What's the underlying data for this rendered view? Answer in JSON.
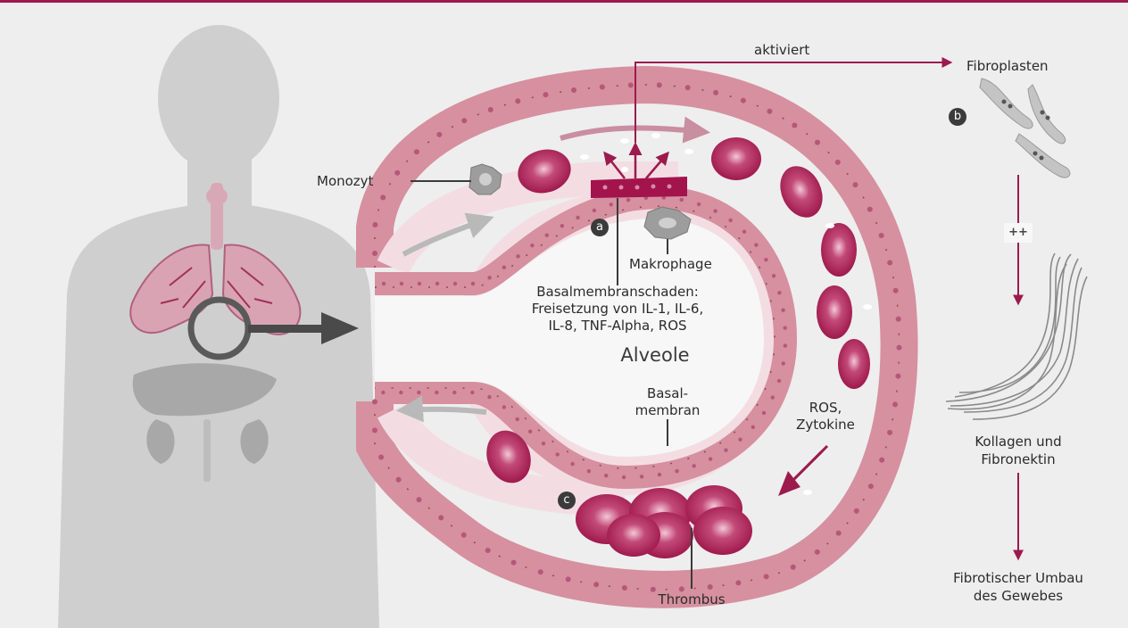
{
  "labels": {
    "aktiviert": "aktiviert",
    "fibroplasten": "Fibroplasten",
    "monozyt": "Monozyt",
    "makrophage": "Makrophage",
    "basal_damage": [
      "Basalmembranschaden:",
      "Freisetzung von IL-1, IL-6,",
      "IL-8, TNF-Alpha, ROS"
    ],
    "alveole": "Alveole",
    "basalmembran": [
      "Basal-",
      "membran"
    ],
    "ros": [
      "ROS,",
      "Zytokine"
    ],
    "thrombus": "Thrombus",
    "kollagen": [
      "Kollagen und",
      "Fibronektin"
    ],
    "fibrotisch": [
      "Fibrotischer Umbau",
      "des Gewebes"
    ],
    "plusplus": "++"
  },
  "markers": {
    "a": "a",
    "b": "b",
    "c": "c"
  },
  "colors": {
    "accent": "#9c1a4e",
    "cell": "#d6909f",
    "cell_border": "#8a4a5a",
    "lumen": "#f3dde3",
    "rbc": "#a3134c",
    "body": "#cfcfcf",
    "organ": "#a8a8a8",
    "arrow_dark": "#4a4a4a"
  }
}
